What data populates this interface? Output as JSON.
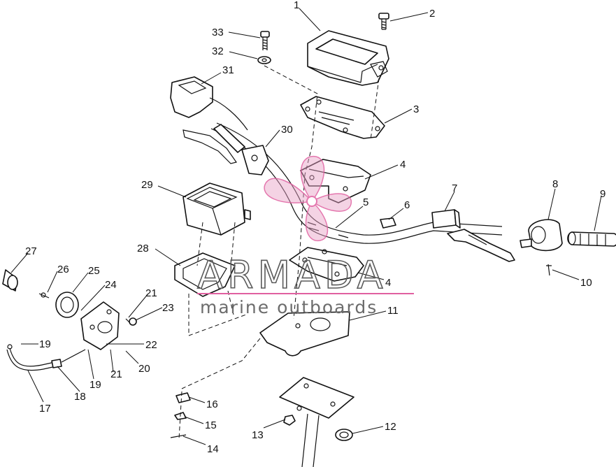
{
  "callouts": [
    "1",
    "2",
    "3",
    "4",
    "5",
    "6",
    "7",
    "8",
    "9",
    "10",
    "11",
    "12",
    "13",
    "14",
    "15",
    "16",
    "17",
    "18",
    "19",
    "20",
    "21",
    "22",
    "23",
    "24",
    "25",
    "26",
    "27",
    "28",
    "29",
    "30",
    "31",
    "32",
    "33",
    "4",
    "19",
    "21"
  ],
  "watermark": {
    "brand": "ARMADA",
    "tagline": "marine outboards",
    "accent_color": "#e8a0c4",
    "line_color": "#e060a0"
  },
  "icons": {
    "logo": "propeller-logo"
  }
}
